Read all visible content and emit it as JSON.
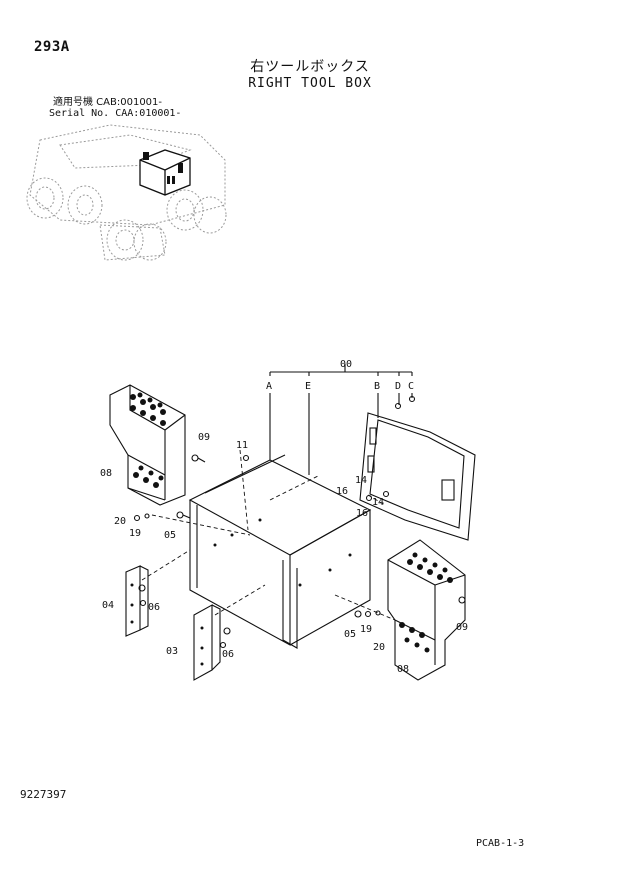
{
  "header": {
    "page_code": "293A",
    "title_jp": "右ツールボックス",
    "title_en": "RIGHT TOOL BOX"
  },
  "serial": {
    "line1": "適用号機 CAB:001001-",
    "line2": "Serial No. CAA:010001-"
  },
  "footer": {
    "doc_number": "9227397",
    "page_ref": "PCAB-1-3"
  },
  "callouts": {
    "assy": "00",
    "A": "A",
    "E": "E",
    "B": "B",
    "D": "D",
    "C": "C",
    "p03": "03",
    "p04": "04",
    "p05_left": "05",
    "p05_right": "05",
    "p06_left": "06",
    "p06_lower": "06",
    "p08_left": "08",
    "p08_right": "08",
    "p09_left": "09",
    "p09_right": "09",
    "p11": "11",
    "p14_upper": "14",
    "p14_lower": "14",
    "p16_upper": "16",
    "p16_lower": "16",
    "p19_left": "19",
    "p19_right": "19",
    "p20_left": "20",
    "p20_right": "20"
  }
}
